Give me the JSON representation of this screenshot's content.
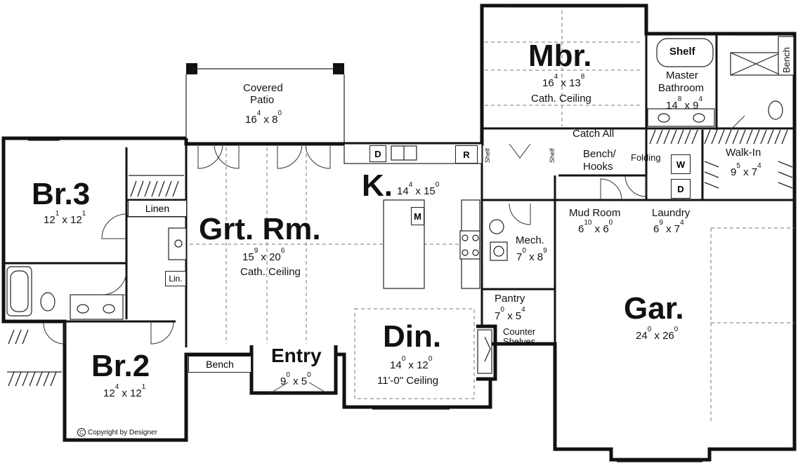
{
  "rooms": {
    "br3": {
      "name": "Br.3",
      "w": "12",
      "w_sup": "1",
      "h": "12",
      "h_sup": "1"
    },
    "br2": {
      "name": "Br.2",
      "w": "12",
      "w_sup": "4",
      "h": "12",
      "h_sup": "1"
    },
    "grt": {
      "name": "Grt. Rm.",
      "w": "15",
      "w_sup": "9",
      "h": "20",
      "h_sup": "6",
      "note": "Cath. Ceiling"
    },
    "patio": {
      "line1": "Covered",
      "line2": "Patio",
      "w": "16",
      "w_sup": "4",
      "h": "8",
      "h_sup": "0"
    },
    "kitchen": {
      "name": "K.",
      "w": "14",
      "w_sup": "4",
      "h": "15",
      "h_sup": "0"
    },
    "mbr": {
      "name": "Mbr.",
      "w": "16",
      "w_sup": "4",
      "h": "13",
      "h_sup": "8",
      "note": "Cath. Ceiling"
    },
    "mbath": {
      "line1": "Master",
      "line2": "Bathroom",
      "w": "14",
      "w_sup": "8",
      "h": "9",
      "h_sup": "4"
    },
    "walkin": {
      "name": "Walk-In",
      "w": "9",
      "w_sup": "5",
      "h": "7",
      "h_sup": "4"
    },
    "din": {
      "name": "Din.",
      "w": "14",
      "w_sup": "0",
      "h": "12",
      "h_sup": "0",
      "note": "11'-0\" Ceiling"
    },
    "entry": {
      "name": "Entry",
      "w": "9",
      "w_sup": "0",
      "h": "5",
      "h_sup": "0"
    },
    "mud": {
      "name": "Mud Room",
      "w": "6",
      "w_sup": "10",
      "h": "6",
      "h_sup": "0"
    },
    "laundry": {
      "name": "Laundry",
      "w": "6",
      "w_sup": "9",
      "h": "7",
      "h_sup": "4"
    },
    "mech": {
      "name": "Mech.",
      "w": "7",
      "w_sup": "0",
      "h": "8",
      "h_sup": "9"
    },
    "pantry": {
      "name": "Pantry",
      "w": "7",
      "w_sup": "0",
      "h": "5",
      "h_sup": "4"
    },
    "garage": {
      "name": "Gar.",
      "w": "24",
      "w_sup": "0",
      "h": "26",
      "h_sup": "0"
    }
  },
  "labels": {
    "linen": "Linen",
    "lin": "Lin.",
    "bench": "Bench",
    "bench_mbath": "Bench",
    "catch_all": "Catch All",
    "bench_hooks_1": "Bench/",
    "bench_hooks_2": "Hooks",
    "folding": "Folding",
    "shelf_bath": "Shelf",
    "shelf_left": "Shelf",
    "shelf_right": "Shelf",
    "counter": "Counter",
    "shelves": "Shelves",
    "copyright": "Copyright by Designer",
    "copyright_symbol": "C"
  },
  "appliances": {
    "dishwasher": "D",
    "refrigerator": "R",
    "microwave": "M",
    "washer": "W",
    "dryer": "D"
  },
  "colors": {
    "wall": "#111111",
    "background": "#ffffff",
    "dashed": "#777777"
  }
}
